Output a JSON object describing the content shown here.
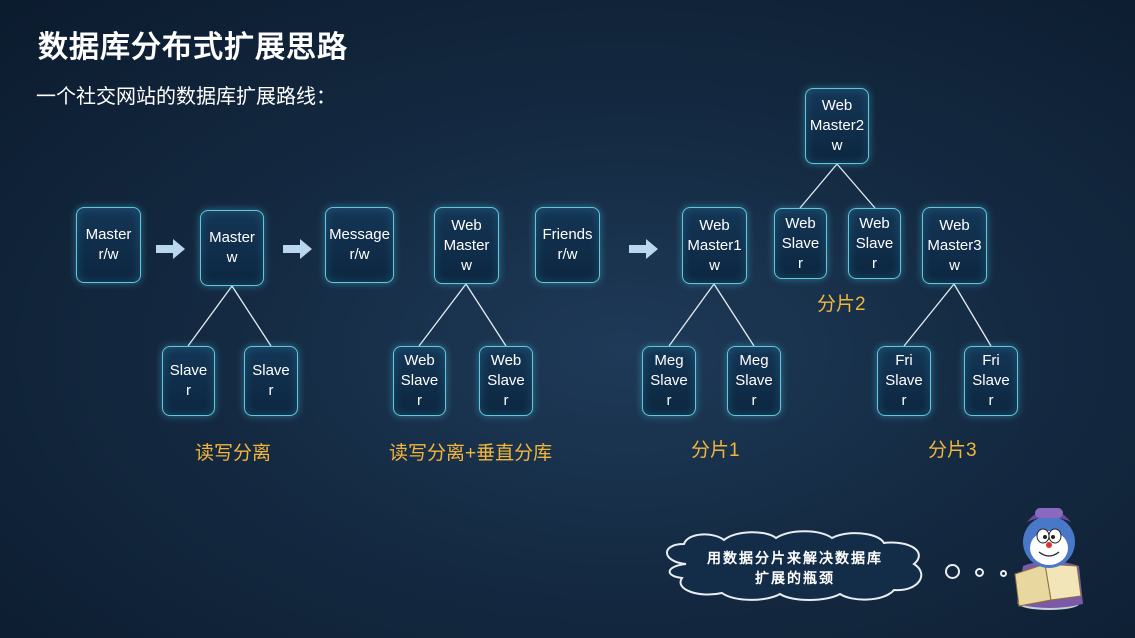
{
  "page": {
    "title": "数据库分布式扩展思路",
    "subtitle": "一个社交网站的数据库扩展路线："
  },
  "nodes": {
    "master_rw": "Master\nr/w",
    "master_w": "Master\nw",
    "slave_r_1": "Slave\nr",
    "slave_r_2": "Slave\nr",
    "message_rw": "Message\nr/w",
    "web_master_w": "Web\nMaster\nw",
    "web_slave_r_1": "Web\nSlave\nr",
    "web_slave_r_2": "Web\nSlave\nr",
    "friends_rw": "Friends\nr/w",
    "web_master1_w": "Web\nMaster1\nw",
    "meg_slave_r_1": "Meg\nSlave\nr",
    "meg_slave_r_2": "Meg\nSlave\nr",
    "web_master2_w": "Web\nMaster2\nw",
    "web_slave_r_3": "Web\nSlave\nr",
    "web_slave_r_4": "Web\nSlave\nr",
    "web_master3_w": "Web\nMaster3\nw",
    "fri_slave_r_1": "Fri\nSlave\nr",
    "fri_slave_r_2": "Fri\nSlave\nr"
  },
  "labels": {
    "rw_split": "读写分离",
    "rw_split_vertical": "读写分离+垂直分库",
    "shard1": "分片1",
    "shard2": "分片2",
    "shard3": "分片3"
  },
  "callout": {
    "text": "用数据分片来解决数据库扩展的瓶颈"
  },
  "colors": {
    "node_border": "#5ec8dc",
    "label": "#f3b63b",
    "arrow": "#b9d8f0"
  }
}
